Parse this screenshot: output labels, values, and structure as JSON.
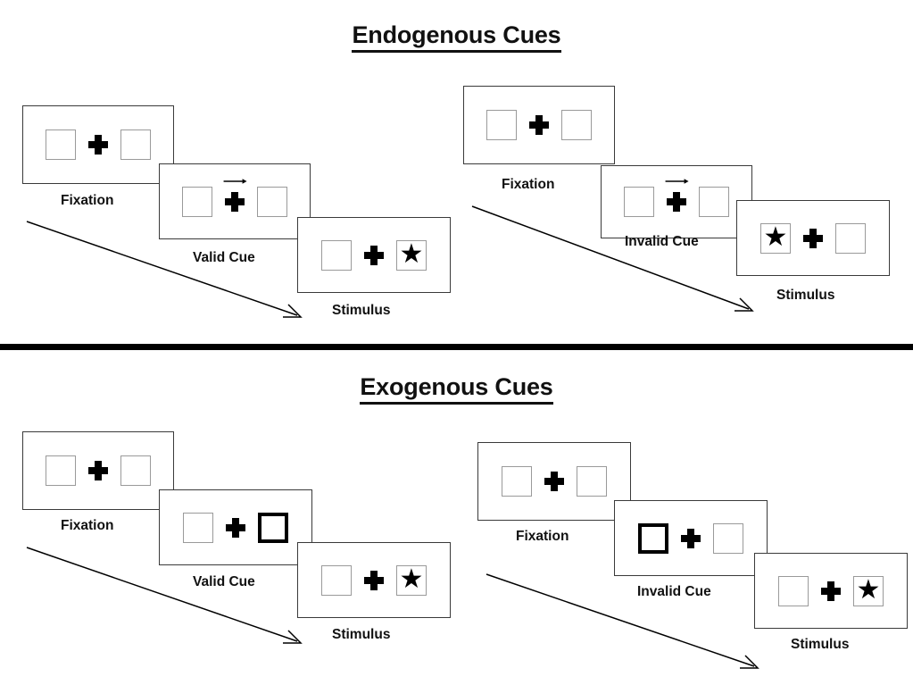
{
  "figure": {
    "description": "Spatial cueing paradigm: endogenous and exogenous cue trial sequences",
    "accent_color": "#000000",
    "box_border_color": "#9a9a9a",
    "frame_border_color": "#3a3a3a"
  },
  "sections": [
    {
      "id": "endogenous",
      "title": "Endogenous Cues",
      "columns": [
        {
          "id": "endogenous-valid",
          "stages": [
            {
              "label": "Fixation",
              "left": "empty",
              "right": "empty",
              "cue": "none",
              "icon": "plus-icon"
            },
            {
              "label": "Valid Cue",
              "left": "empty",
              "right": "empty",
              "cue": "arrow-right",
              "icon": "arrow-right-icon"
            },
            {
              "label": "Stimulus",
              "left": "empty",
              "right": "star",
              "cue": "none",
              "icon": "star-icon"
            }
          ]
        },
        {
          "id": "endogenous-invalid",
          "stages": [
            {
              "label": "Fixation",
              "left": "empty",
              "right": "empty",
              "cue": "none",
              "icon": "plus-icon"
            },
            {
              "label": "Invalid Cue",
              "left": "empty",
              "right": "empty",
              "cue": "arrow-right",
              "icon": "arrow-right-icon"
            },
            {
              "label": "Stimulus",
              "left": "star",
              "right": "empty",
              "cue": "none",
              "icon": "star-icon"
            }
          ]
        }
      ]
    },
    {
      "id": "exogenous",
      "title": "Exogenous Cues",
      "columns": [
        {
          "id": "exogenous-valid",
          "stages": [
            {
              "label": "Fixation",
              "left": "empty",
              "right": "empty",
              "cue": "none",
              "icon": "plus-icon"
            },
            {
              "label": "Valid Cue",
              "left": "empty",
              "right": "cued",
              "cue": "box-flash",
              "icon": "bold-box-icon"
            },
            {
              "label": "Stimulus",
              "left": "empty",
              "right": "star",
              "cue": "none",
              "icon": "star-icon"
            }
          ]
        },
        {
          "id": "exogenous-invalid",
          "stages": [
            {
              "label": "Fixation",
              "left": "empty",
              "right": "empty",
              "cue": "none",
              "icon": "plus-icon"
            },
            {
              "label": "Invalid Cue",
              "left": "cued",
              "right": "empty",
              "cue": "box-flash",
              "icon": "bold-box-icon"
            },
            {
              "label": "Stimulus",
              "left": "empty",
              "right": "star",
              "cue": "none",
              "icon": "star-icon"
            }
          ]
        }
      ]
    }
  ],
  "glyphs": {
    "star": "★"
  }
}
